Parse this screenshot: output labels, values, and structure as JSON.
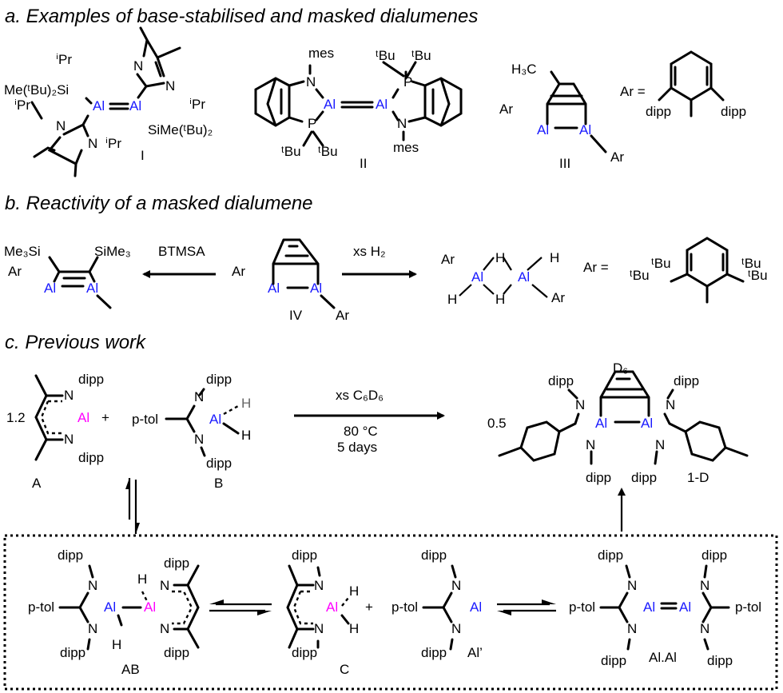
{
  "sections": {
    "a": "a. Examples of base-stabilised and masked dialumenes",
    "b": "b. Reactivity of a masked dialumene",
    "c": "c. Previous work"
  },
  "atoms": {
    "al": "Al",
    "n": "N",
    "p": "P",
    "h": "H",
    "ipr": "ⁱPr",
    "tbu": "ᵗBu",
    "dipp": "dipp",
    "mes": "mes",
    "ar": "Ar",
    "ptol": "p-tol",
    "ar_eq": "Ar =",
    "plus": "+",
    "h3c": "H₃C",
    "me3si": "Me₃Si",
    "sime3": "SiMe₃",
    "me_tbu2si": "Me(ᵗBu)₂Si",
    "sime_tbu2": "SiMe(ᵗBu)₂",
    "d6": "D₆"
  },
  "compounds": {
    "I": "I",
    "II": "II",
    "III": "III",
    "IV": "IV",
    "A": "A",
    "B": "B",
    "AB": "AB",
    "C": "C",
    "Al_prime": "Al’",
    "AlAl": "Al.Al",
    "1D": "1-D"
  },
  "reactions": {
    "btmsa": "BTMSA",
    "xs_h2": "xs H₂",
    "xs_c6d6": "xs C₆D₆",
    "temp": "80 °C",
    "time": "5 days",
    "coef_A": "1.2",
    "coef_1D": "0.5"
  },
  "colors": {
    "aluminium_blue": "#1a1aff",
    "aluminium_magenta": "#ff00ff"
  }
}
